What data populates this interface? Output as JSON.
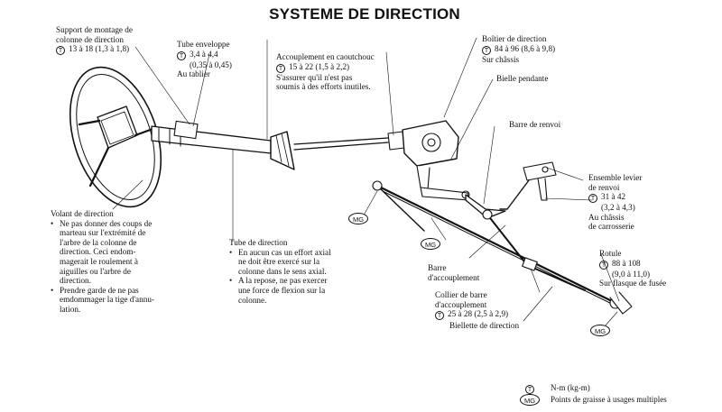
{
  "title": "SYSTEME DE DIRECTION",
  "torque_symbol": "T",
  "mg_symbol": "MG",
  "labels": {
    "support": {
      "line1": "Support de montage de",
      "line2": "colonne de direction",
      "torque": "13 à 18 (1,3 à 1,8)"
    },
    "tube_enveloppe": {
      "line1": "Tube enveloppe",
      "torque1": "3,4 à 4,4",
      "torque2": "(0,35 à 0,45)",
      "note": "Au tablier"
    },
    "accouplement": {
      "line1": "Accouplement en caoutchouc",
      "torque": "15 à 22 (1,5 à 2,2)",
      "note1": "S'assurer qu'il n'est pas",
      "note2": "soumis à des efforts inutiles."
    },
    "boitier": {
      "line1": "Boîtier de direction",
      "torque": "84 à 96 (8,6 à 9,8)",
      "note": "Sur châssis"
    },
    "bielle_pendante": "Bielle pendante",
    "barre_renvoi": "Barre de renvoi",
    "levier": {
      "line1": "Ensemble levier",
      "line2": "de renvoi",
      "torque1": "31 à 42",
      "torque2": "(3,2 à 4,3)",
      "note1": "Au châssis",
      "note2": "de carrosserie"
    },
    "volant": {
      "title": "Volant de direction",
      "b1": [
        "Ne pas donner des coups de",
        "marteau sur l'extrémité de",
        "l'arbre de la colonne de",
        "direction. Ceci endom-",
        "magerait le roulement à",
        "aiguilles ou l'arbre de",
        "direction."
      ],
      "b2": [
        "Prendre garde de ne pas",
        "emdommager la tige d'annu-",
        "lation."
      ]
    },
    "tube_direction": {
      "title": "Tube de direction",
      "b1": [
        "En aucun cas un effort axial",
        "ne doit être exercé sur la",
        "colonne dans le sens axial."
      ],
      "b2": [
        "A la repose, ne pas exercer",
        "une force de flexion sur la",
        "colonne."
      ]
    },
    "barre_accouplement": {
      "line1": "Barre",
      "line2": "d'accouplement"
    },
    "rotule": {
      "line1": "Rotule",
      "torque1": "88 à 108",
      "torque2": "(9,0 à 11,0)",
      "note": "Sur flasque de fusée"
    },
    "collier": {
      "line1": "Collier de barre",
      "line2": "d'accouplement",
      "torque": "25 à 28 (2,5 à 2,9)"
    },
    "biellette": "Biellette de direction"
  },
  "legend": [
    {
      "symbol": "T",
      "text": "N-m (kg-m)"
    },
    {
      "symbol": "MG",
      "text": "Points de graisse à usages multiples"
    }
  ]
}
